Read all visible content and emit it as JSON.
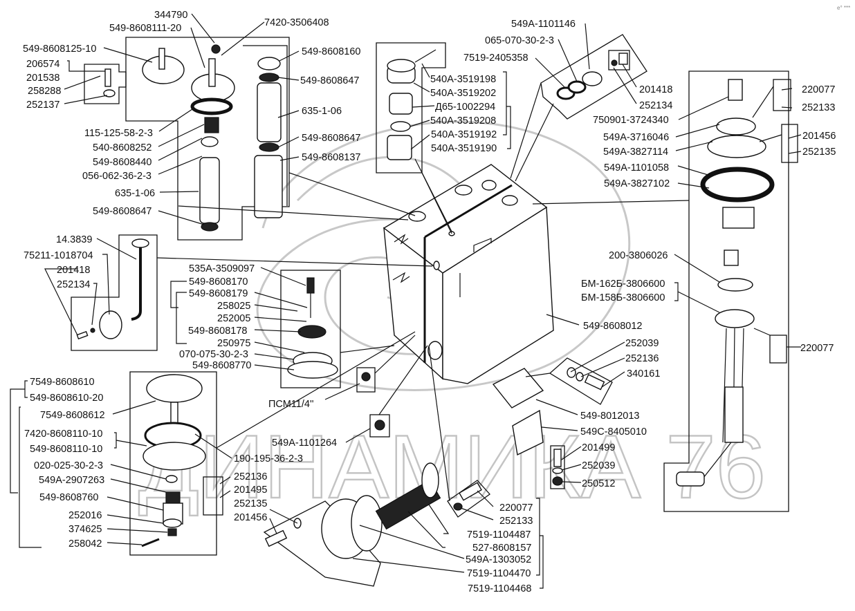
{
  "diagram": {
    "title": "Fuel tank assembly parts diagram",
    "watermark": "ДИНАМИКА 76",
    "corner_mark": "e°  ***",
    "groups": {
      "breather_filter": {
        "labels": [
          "344790",
          "549-8608111-20",
          "7420-3506408",
          "549-8608125-10",
          "206574",
          "201538",
          "258288",
          "252137",
          "115-125-58-2-3",
          "540-8608252",
          "549-8608440",
          "056-062-36-2-3",
          "635-1-06",
          "549-8608647"
        ]
      },
      "filter_element": {
        "labels": [
          "549-8608160",
          "549-8608647",
          "635-1-06",
          "549-8608647",
          "549-8608137"
        ]
      },
      "fuel_filter": {
        "labels": [
          "540A-3519198",
          "540A-3519202",
          "Д65-1002294",
          "540A-3519208",
          "540A-3519192",
          "540A-3519190"
        ]
      },
      "outlet_seal": {
        "labels": [
          "549A-1101146",
          "065-070-30-2-3",
          "7519-2405358",
          "201418",
          "252134"
        ]
      },
      "level_sensor_top": {
        "labels": [
          "750901-3724340",
          "549A-3716046",
          "549A-3827114",
          "549A-1101058",
          "549A-3827102",
          "220077",
          "252133",
          "201456",
          "252135"
        ]
      },
      "level_sensor_float": {
        "labels": [
          "200-3806026",
          "БМ-162Б-3806600",
          "БМ-158Б-3806600",
          "220077"
        ]
      },
      "tank": {
        "labels": [
          "549-8608012"
        ]
      },
      "mount_bracket": {
        "labels": [
          "252039",
          "252136",
          "340161",
          "549-8012013",
          "549C-8405010",
          "201499",
          "252039",
          "250512"
        ]
      },
      "drain_tube": {
        "labels": [
          "14.3839",
          "75211-1018704",
          "201418",
          "252134"
        ]
      },
      "drain_valve": {
        "labels": [
          "535A-3509097",
          "549-8608170",
          "549-8608179",
          "258025",
          "252005",
          "549-8608178",
          "250975",
          "070-075-30-2-3",
          "549-8608770",
          "ПСМ11/4''"
        ]
      },
      "filler_neck": {
        "labels": [
          "7549-8608610",
          "549-8608610-20",
          "7549-8608612",
          "7420-8608110-10",
          "549-8608110-10",
          "020-025-30-2-3",
          "549A-2907263",
          "549-8608760",
          "252016",
          "374625",
          "258042",
          "190-195-36-2-3",
          "252136",
          "201495",
          "252135",
          "201456",
          "549A-1101264"
        ]
      },
      "heater": {
        "labels": [
          "220077",
          "252133",
          "7519-1104487",
          "527-8608157",
          "549A-1303052",
          "7519-1104470",
          "7519-1104468"
        ]
      }
    }
  }
}
